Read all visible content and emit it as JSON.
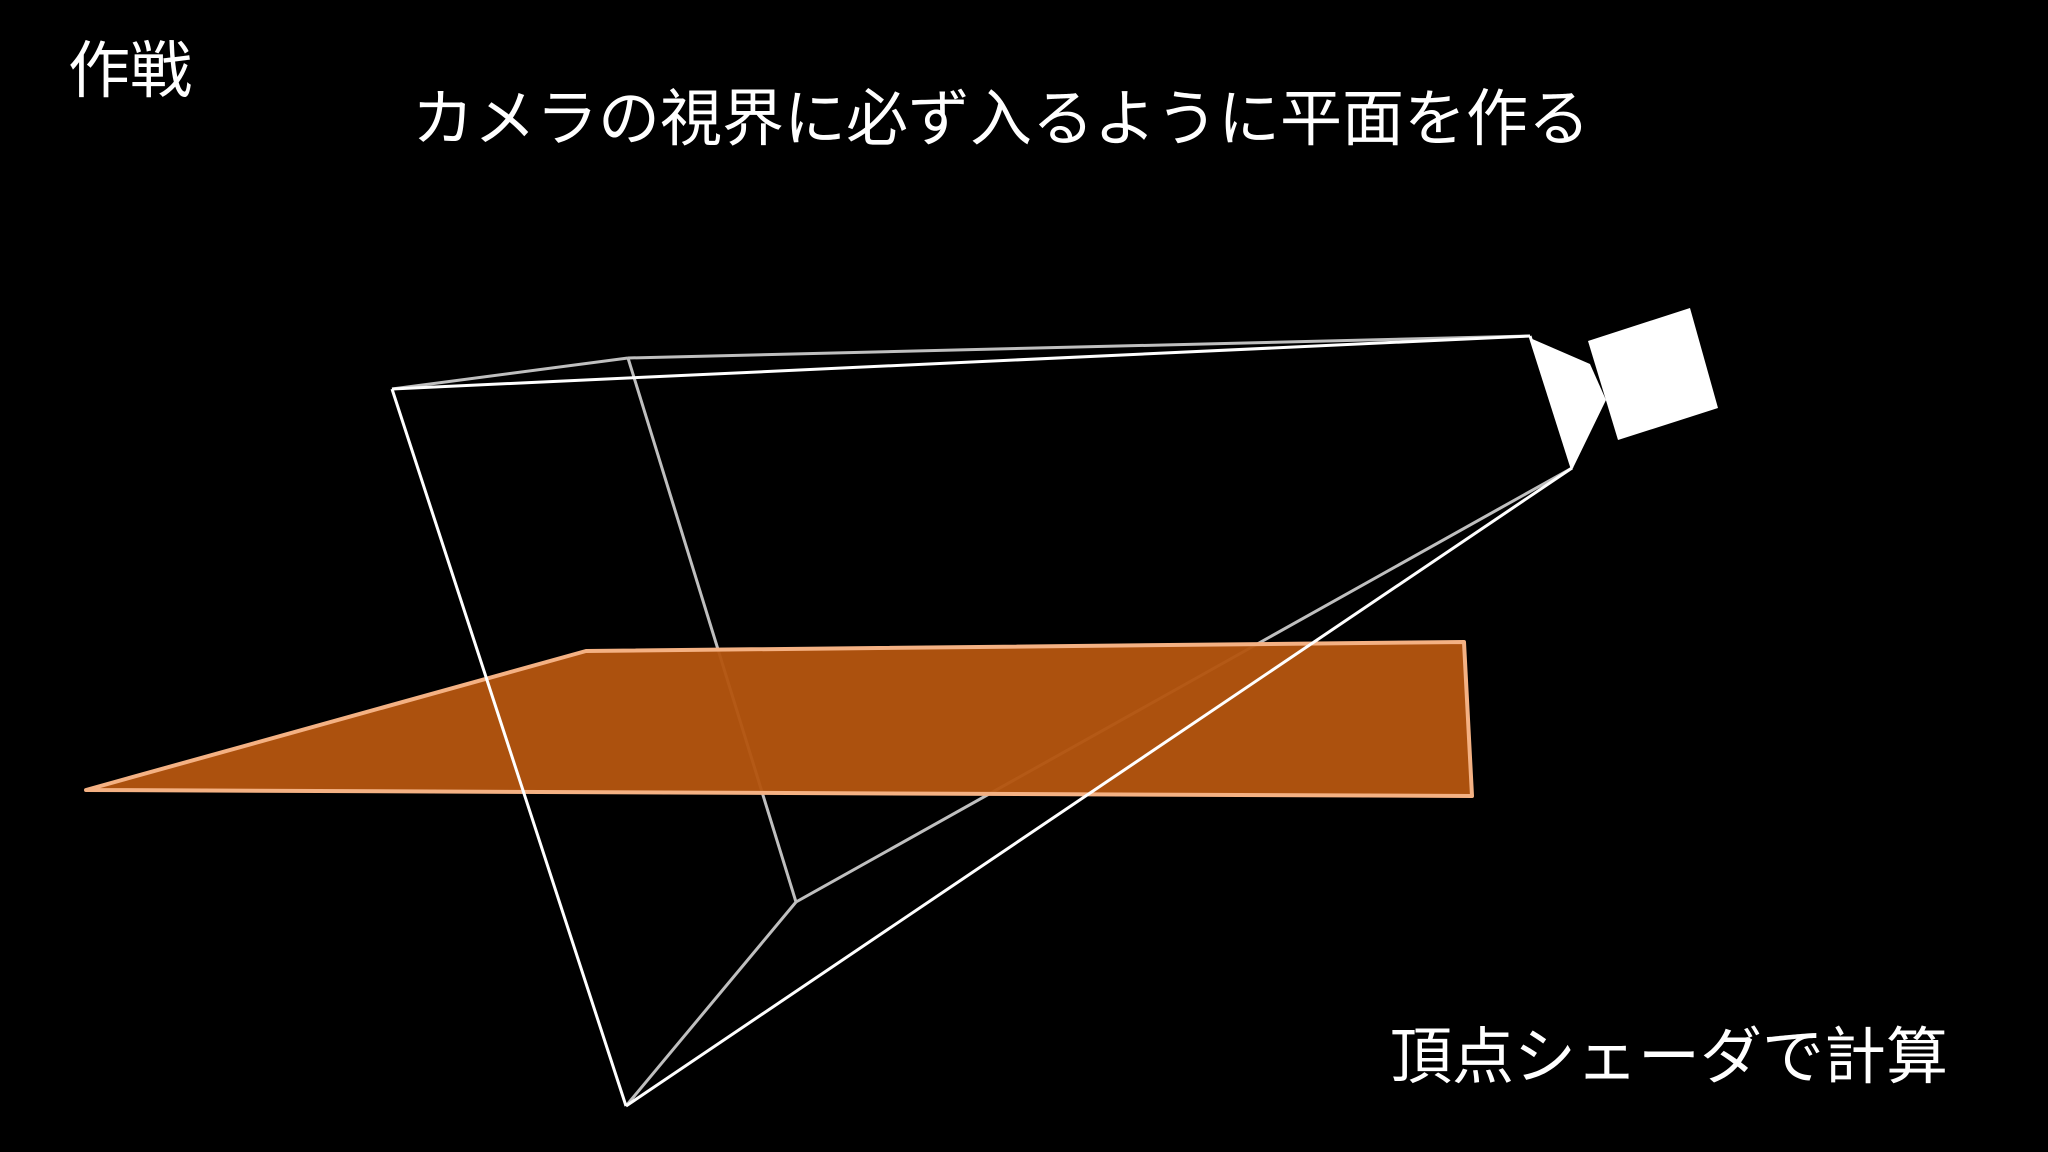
{
  "slide": {
    "corner_label": "作戦",
    "headline": "カメラの視界に必ず入るように平面を作る",
    "footnote": "頂点シェーダで計算"
  },
  "colors": {
    "background": "#000000",
    "text": "#ffffff",
    "frustum_edge": "#ffffff",
    "frustum_far_edge": "#bfbfbf",
    "plane_fill": "#b3540f",
    "plane_edge": "#f4b183",
    "camera": "#ffffff"
  },
  "icons": {
    "camera": "video-camera-icon"
  }
}
